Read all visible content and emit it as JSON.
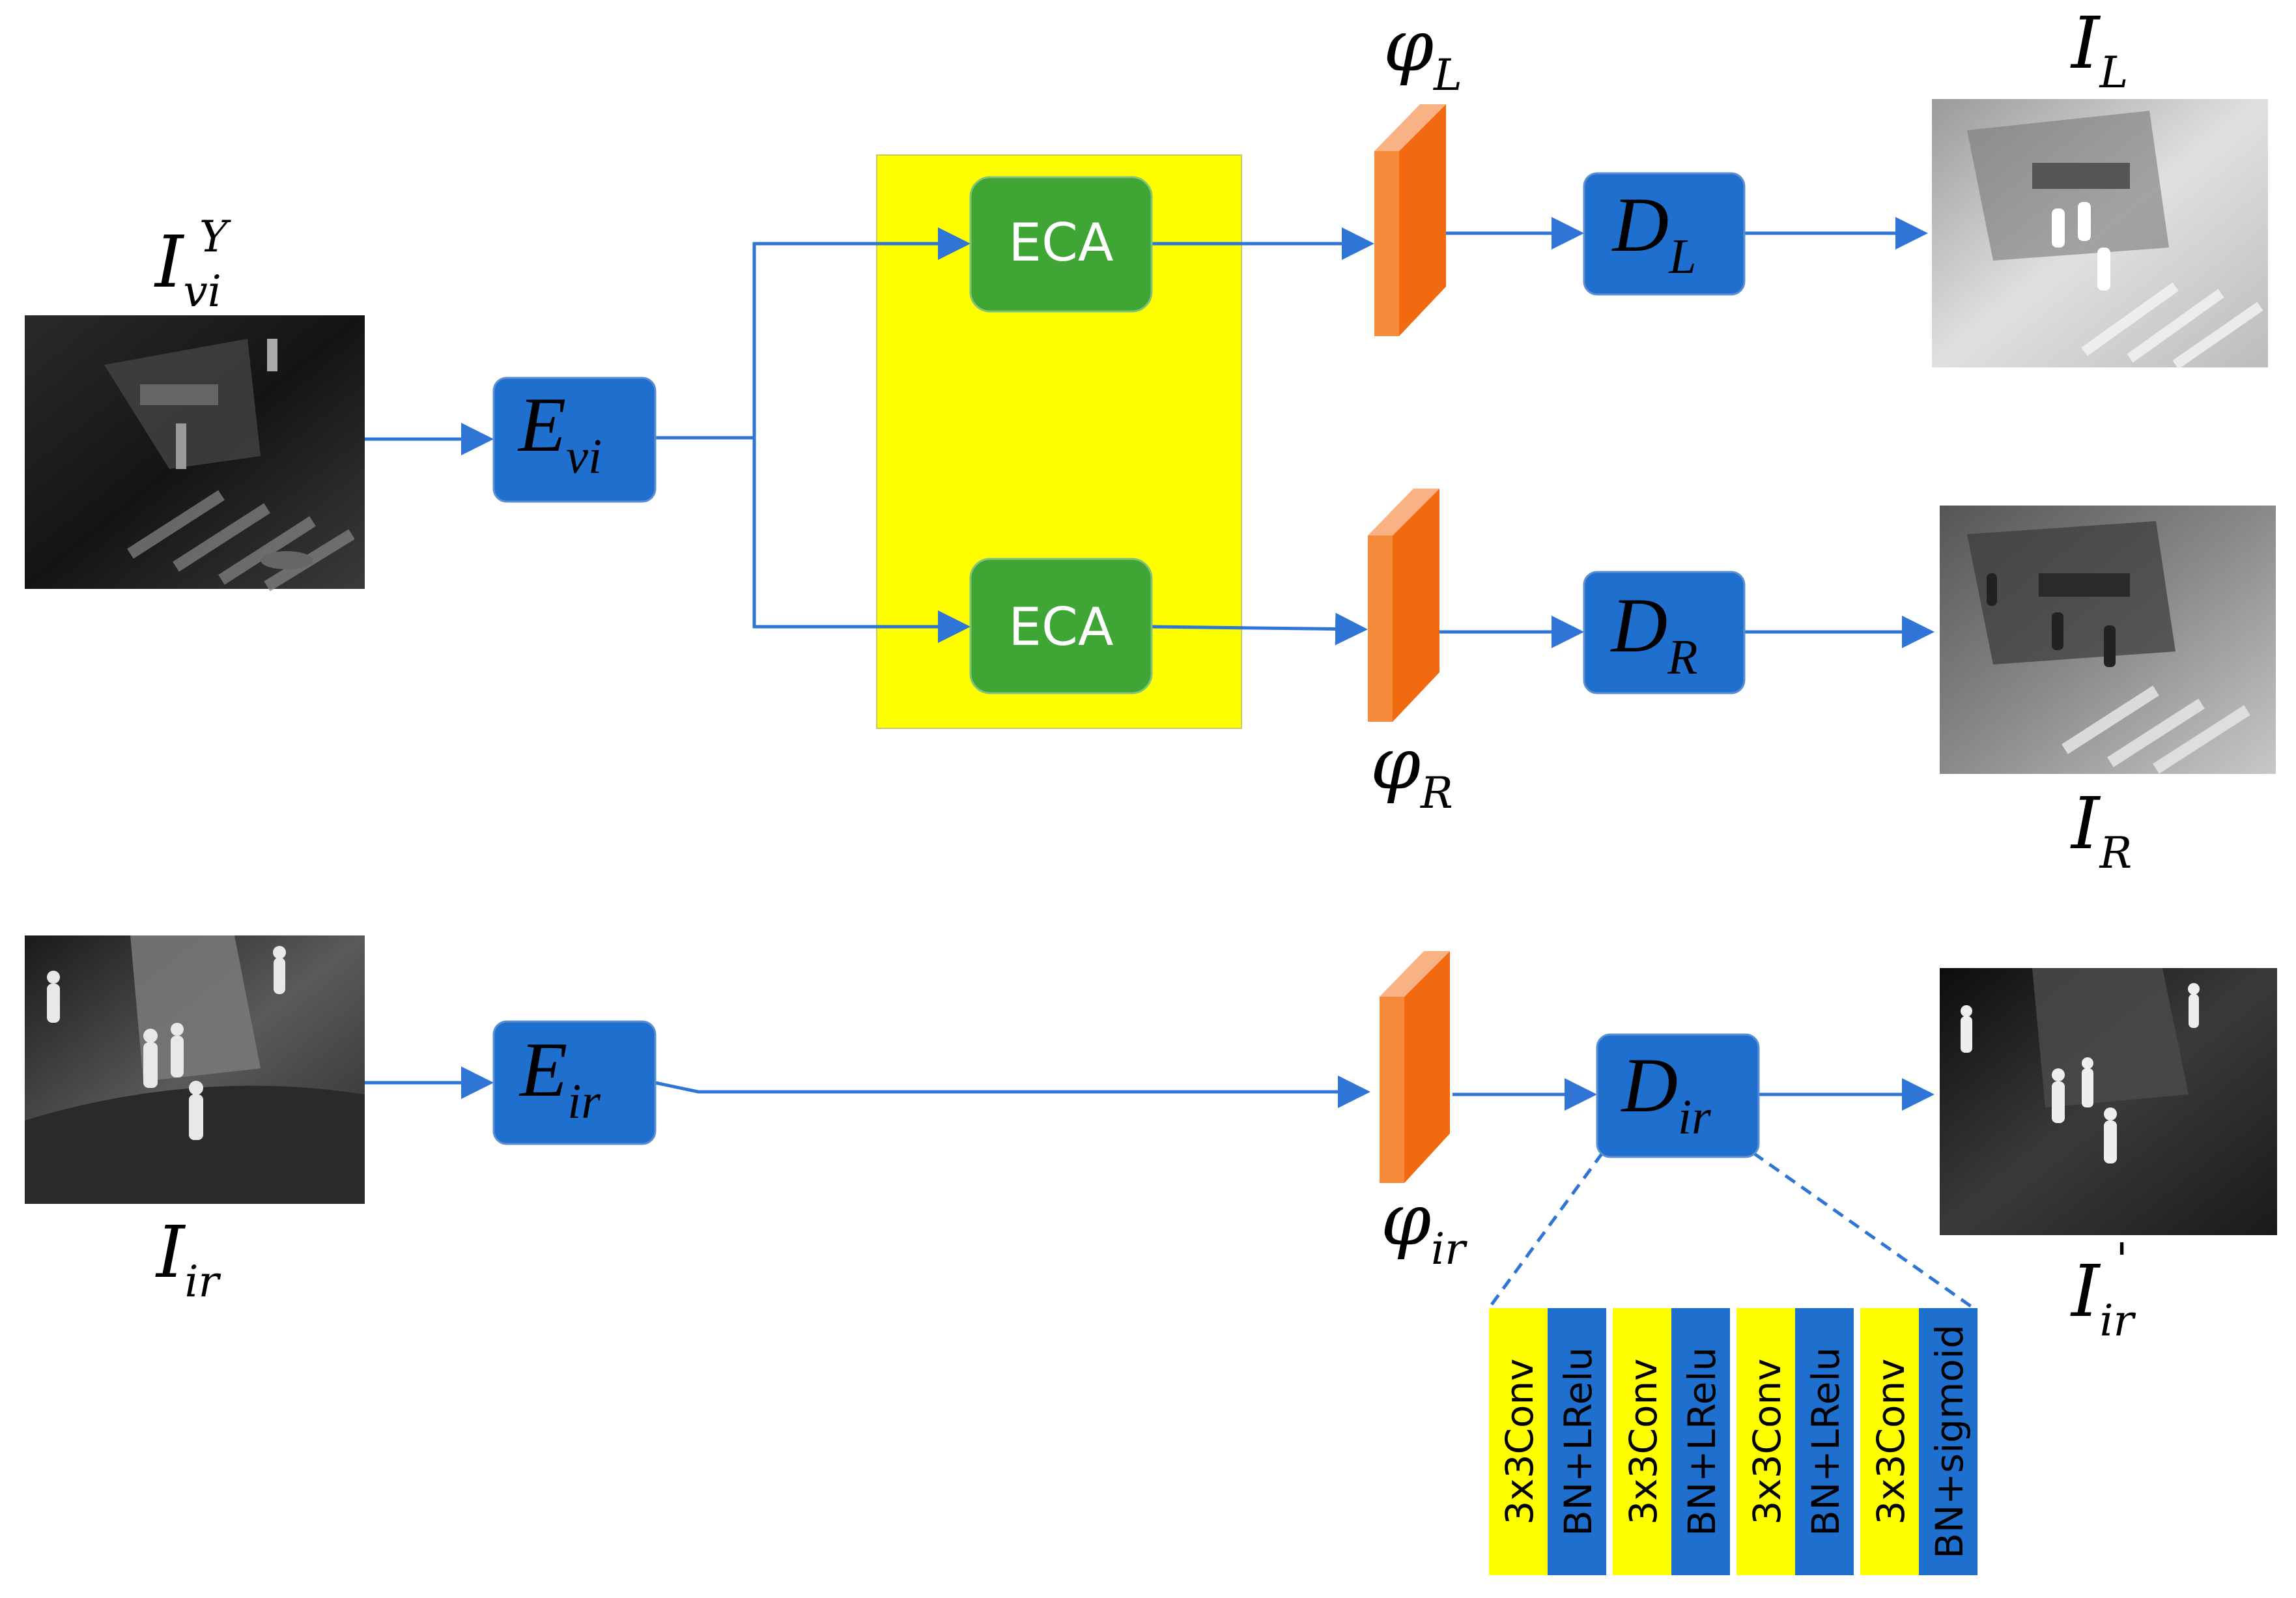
{
  "inputs": {
    "visible": {
      "label_base": "I",
      "label_sub": "vi",
      "label_sup": "Y"
    },
    "infrared": {
      "label_base": "I",
      "label_sub": "ir"
    }
  },
  "encoders": {
    "vi": {
      "base": "E",
      "sub": "vi"
    },
    "ir": {
      "base": "E",
      "sub": "ir"
    }
  },
  "attention": {
    "top_label": "ECA",
    "bottom_label": "ECA"
  },
  "features": {
    "L": {
      "base": "φ",
      "sub": "L"
    },
    "R": {
      "base": "φ",
      "sub": "R"
    },
    "ir": {
      "base": "φ",
      "sub": "ir"
    }
  },
  "decoders": {
    "L": {
      "base": "D",
      "sub": "L"
    },
    "R": {
      "base": "D",
      "sub": "R"
    },
    "ir": {
      "base": "D",
      "sub": "ir"
    }
  },
  "outputs": {
    "L": {
      "base": "I",
      "sub": "L"
    },
    "R": {
      "base": "I",
      "sub": "R"
    },
    "ir": {
      "base": "I",
      "sub": "ir",
      "prime": "'"
    }
  },
  "decoder_layers": [
    {
      "label": "3x3Conv",
      "type": "conv"
    },
    {
      "label": "BN+LRelu",
      "type": "act"
    },
    {
      "label": "3x3Conv",
      "type": "conv"
    },
    {
      "label": "BN+LRelu",
      "type": "act"
    },
    {
      "label": "3x3Conv",
      "type": "conv"
    },
    {
      "label": "BN+LRelu",
      "type": "act"
    },
    {
      "label": "3x3Conv",
      "type": "conv"
    },
    {
      "label": "BN+sigmoid",
      "type": "act"
    }
  ],
  "colors": {
    "module_blue": "#1F6FCF",
    "eca_green": "#3FA535",
    "attention_yellow": "#FFFF00",
    "feature_orange": "#F26A10",
    "arrow_blue": "#2E75D6"
  }
}
